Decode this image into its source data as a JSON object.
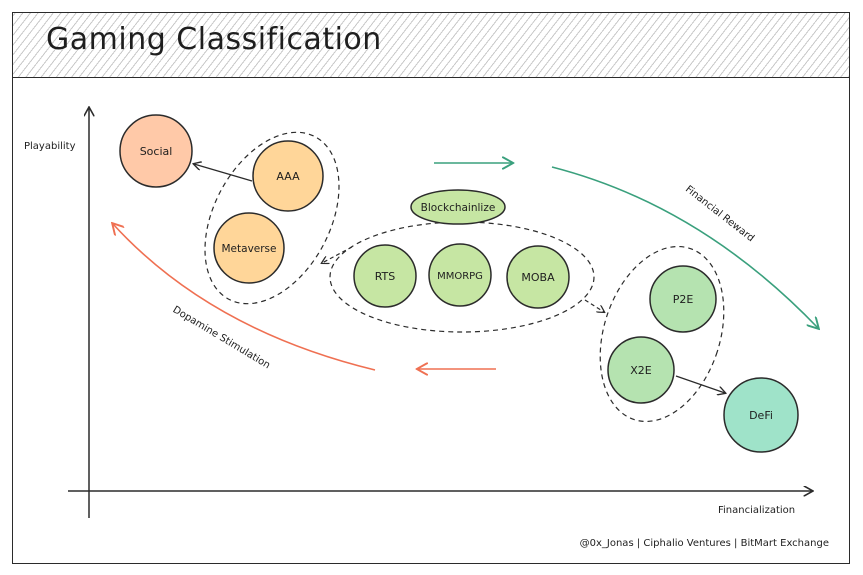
{
  "title": "Gaming Classification",
  "axes": {
    "y_label": "Playability",
    "x_label": "Financialization"
  },
  "nodes": {
    "social": "Social",
    "aaa": "AAA",
    "metaverse": "Metaverse",
    "blockchainlize": "Blockchainlize",
    "rts": "RTS",
    "mmorpg": "MMORPG",
    "moba": "MOBA",
    "p2e": "P2E",
    "x2e": "X2E",
    "defi": "DeFi"
  },
  "arrows": {
    "financial_reward": "Financial Reward",
    "dopamine_stimulation": "Dopamine Stimulation"
  },
  "colors": {
    "orange_fill": "#ffc9a8",
    "yellow_fill": "#ffd699",
    "green_fill": "#c6e6a3",
    "light_green_fill": "#b5e3b0",
    "teal_fill": "#9fe3c9",
    "teal_arrow": "#3aa07d",
    "red_arrow": "#ef7052",
    "stroke": "#2b2b2b"
  },
  "credit": "@0x_Jonas | Ciphalio Ventures | BitMart Exchange"
}
